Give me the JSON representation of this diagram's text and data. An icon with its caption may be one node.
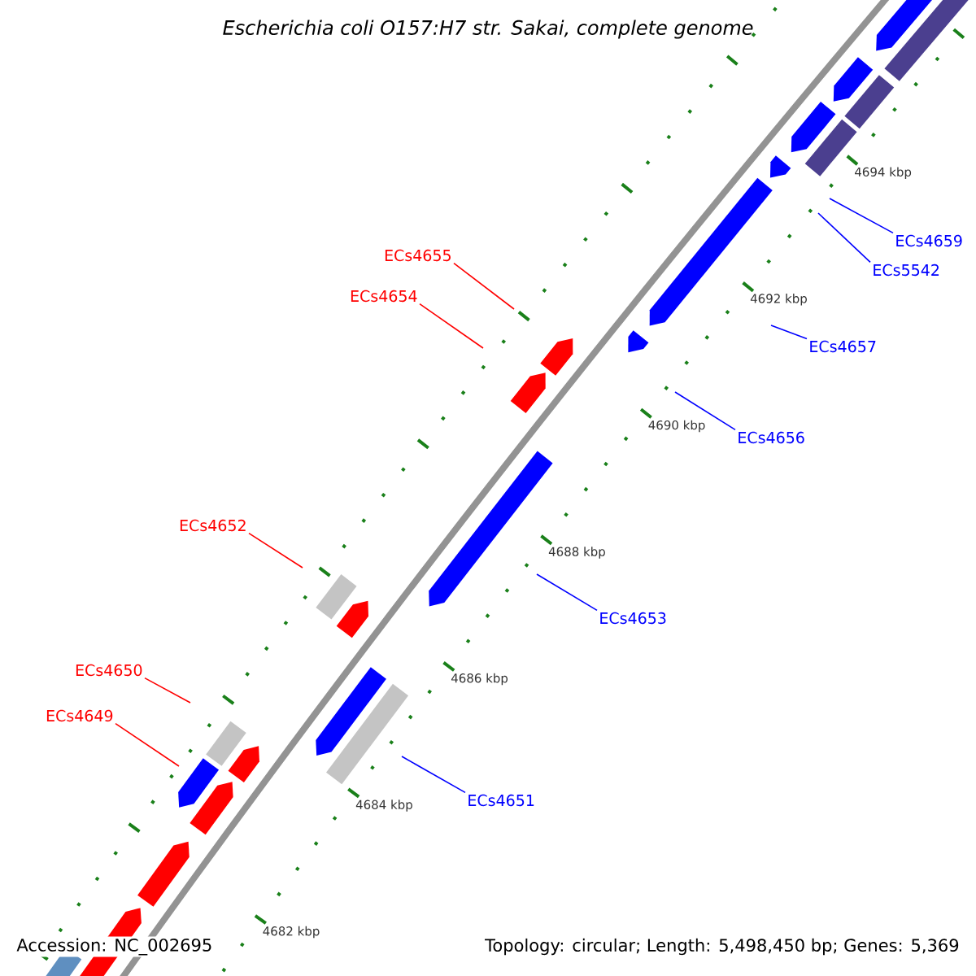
{
  "diagram": {
    "title": "Escherichia coli O157:H7 str. Sakai, complete genome",
    "nodes": [
      {
        "text": [
          "ECs4659"
        ]
      },
      {
        "text": [
          "ECs5542"
        ]
      },
      {
        "text": [
          "ECs4655"
        ]
      },
      {
        "text": [
          "ECs4654"
        ]
      },
      {
        "text": [
          "ECs4657"
        ]
      },
      {
        "text": [
          "ECs4656"
        ]
      },
      {
        "text": [
          "ECs4652"
        ]
      },
      {
        "text": [
          "ECs4653"
        ]
      },
      {
        "text": [
          "ECs4650"
        ]
      },
      {
        "text": [
          "ECs4649"
        ]
      },
      {
        "text": [
          "ECs4651"
        ]
      }
    ],
    "edges": [
      {
        "from": 0,
        "to": null,
        "arrow": "none",
        "color": "#0000ff"
      },
      {
        "from": 1,
        "to": null,
        "arrow": "none",
        "color": "#0000ff"
      },
      {
        "from": 2,
        "to": null,
        "arrow": "none",
        "color": "#ff0000"
      },
      {
        "from": 3,
        "to": null,
        "arrow": "none",
        "color": "#ff0000"
      },
      {
        "from": 4,
        "to": null,
        "arrow": "none",
        "color": "#0000ff"
      },
      {
        "from": 5,
        "to": null,
        "arrow": "none",
        "color": "#0000ff"
      },
      {
        "from": 6,
        "to": null,
        "arrow": "none",
        "color": "#ff0000"
      },
      {
        "from": 7,
        "to": null,
        "arrow": "none",
        "color": "#0000ff"
      },
      {
        "from": 8,
        "to": null,
        "arrow": "none",
        "color": "#ff0000"
      },
      {
        "from": 9,
        "to": null,
        "arrow": "none",
        "color": "#ff0000"
      },
      {
        "from": 10,
        "to": null,
        "arrow": "none",
        "color": "#0000ff"
      }
    ],
    "labels": [
      "4694 kbp",
      "4692 kbp",
      "4690 kbp",
      "4688 kbp",
      "4686 kbp",
      "4684 kbp",
      "4682 kbp",
      "Accession: NC_002695",
      "Topology: circular; Length: 5,498,450 bp; Genes: 5,369"
    ]
  }
}
